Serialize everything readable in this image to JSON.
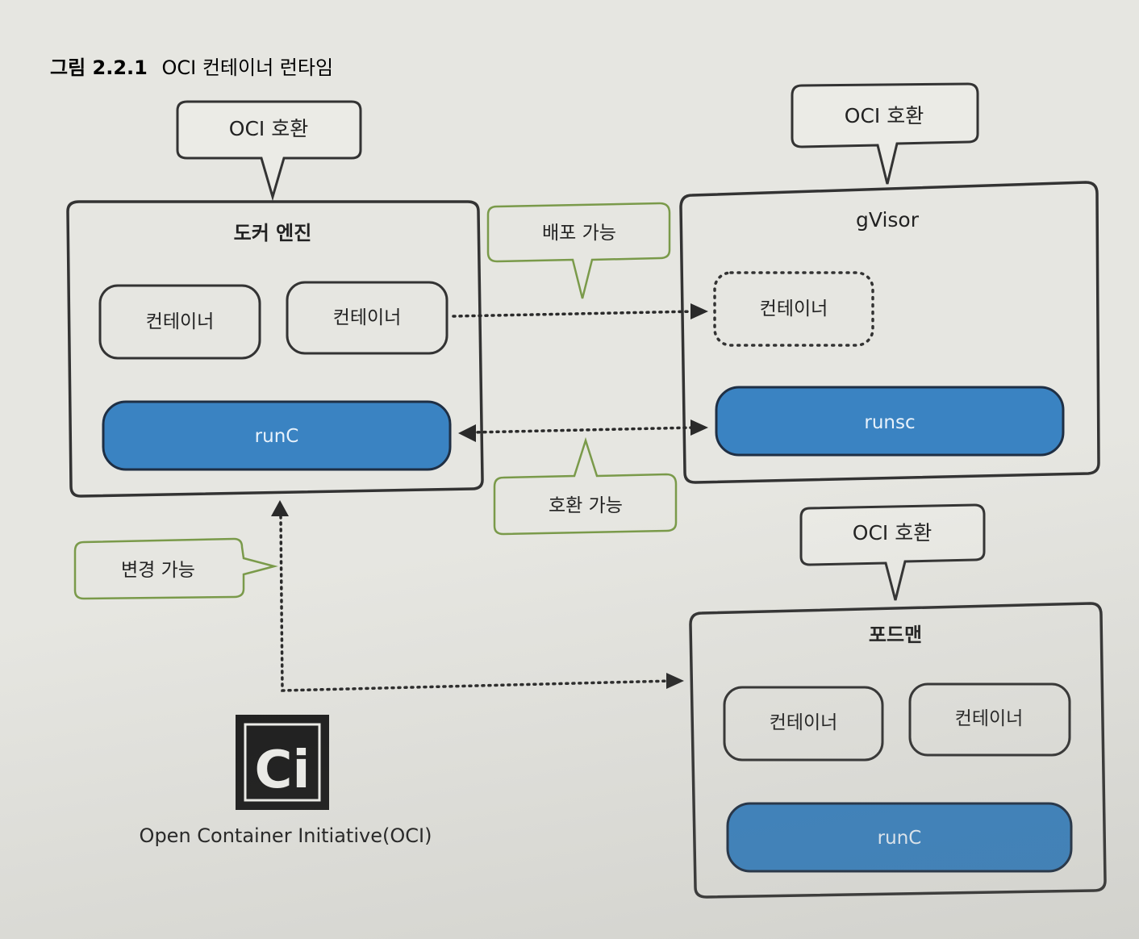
{
  "figure": {
    "caption_label": "그림 2.2.1",
    "caption_title": "OCI 컨테이너 런타임"
  },
  "callouts": {
    "oci_docker": "OCI 호환",
    "oci_gvisor": "OCI 호환",
    "oci_podman": "OCI 호환",
    "deployable": "배포 가능",
    "compatible": "호환 가능",
    "changeable": "변경 가능"
  },
  "docker_engine": {
    "title": "도커 엔진",
    "containers": [
      "컨테이너",
      "컨테이너"
    ],
    "runtime": "runC"
  },
  "gvisor": {
    "title": "gVisor",
    "container": "컨테이너",
    "runtime": "runsc"
  },
  "podman": {
    "title": "포드맨",
    "containers": [
      "컨테이너",
      "컨테이너"
    ],
    "runtime": "runC"
  },
  "oci_logo": {
    "mark": "Ci",
    "label": "Open Container Initiative(OCI)"
  },
  "colors": {
    "runtime_fill": "#3a83c2",
    "runtime_stroke": "#1f2f44",
    "callout_green": "#7a9a4a",
    "frame": "#333333"
  }
}
